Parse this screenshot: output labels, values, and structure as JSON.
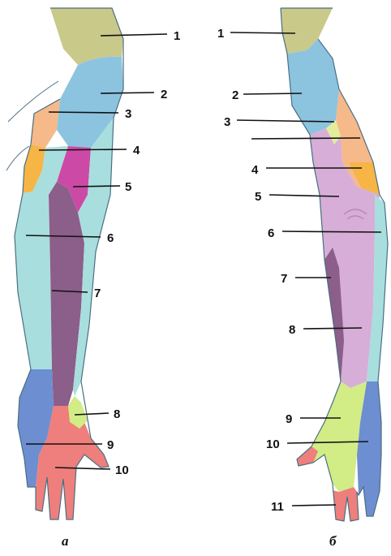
{
  "figure_a": {
    "panel_label": "а",
    "callouts": [
      "1",
      "2",
      "3",
      "4",
      "5",
      "6",
      "7",
      "8",
      "9",
      "10"
    ]
  },
  "figure_b": {
    "panel_label": "б",
    "callouts": [
      "1",
      "2",
      "3",
      "4",
      "5",
      "6",
      "7",
      "8",
      "9",
      "10",
      "11"
    ]
  },
  "colors": {
    "olive": "#c9c98a",
    "blue": "#8cc4e0",
    "peach": "#f6b98a",
    "orange": "#f6b545",
    "magenta": "#cc4aa6",
    "teal": "#a9dede",
    "purple": "#8c5e8a",
    "lilac": "#d7aed7",
    "yellowgreen": "#d2ec86",
    "handblue": "#6d8ed0",
    "salmon": "#ee7f7c",
    "outline": "#4a6f82",
    "line": "#111111"
  }
}
